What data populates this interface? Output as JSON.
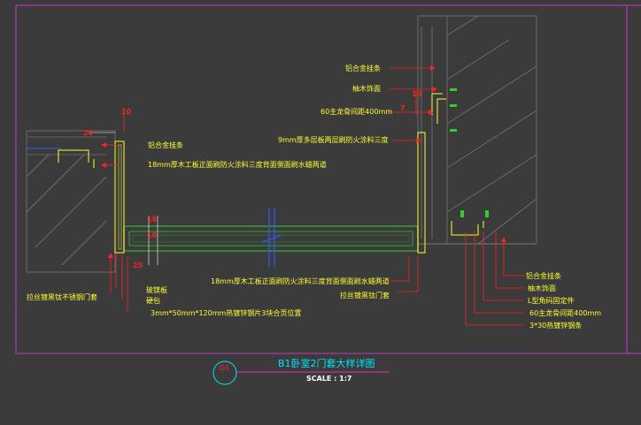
{
  "labels": {
    "top_right_1": "铝合金挂条",
    "top_right_2": "柚木饰面",
    "top_right_3": "60主龙骨间距400mm",
    "top_right_4": "9mm厚多层板两层刷防火涂料三度",
    "left_1": "铝合金挂条",
    "left_2": "18mm厚木工板正面刷防火涂料三度背面侧面刷水蜡两道",
    "left_bottom_1": "拉丝镀黑钛不锈钢门套",
    "left_bottom_2": "玻镁板",
    "left_bottom_3": "硬包",
    "left_bottom_4": "3mm*50mm*120mm热镀锌钢片3块合页位置",
    "center_bottom_1": "18mm厚木工板正面刷防火涂料三度背面侧面刷水蜡两道",
    "center_bottom_2": "拉丝镀黑钛门套",
    "right_bottom_1": "铝合金挂条",
    "right_bottom_2": "柚木饰面",
    "right_bottom_3": "L型角码固定件",
    "right_bottom_4": "60主龙骨间距400mm",
    "right_bottom_5": "3*30热镀锌钢条"
  },
  "dimensions": {
    "d_top_left": "10",
    "d_top_right": "10",
    "d_small": "7",
    "d_left_a": "18",
    "d_left_b": "10",
    "d_left_c": "25",
    "d_left_d": "20"
  },
  "title": {
    "circle_text": "D1",
    "name": "B1卧室2门套大样详图",
    "scale": "SCALE :   1:7"
  },
  "colors": {
    "background": "#3b3b3b",
    "frame": "#cc33cc",
    "leader": "#ff2020",
    "yellow": "#ffff33",
    "green": "#33cc33",
    "cyan": "#00e5ff",
    "blue": "#3355ff"
  }
}
